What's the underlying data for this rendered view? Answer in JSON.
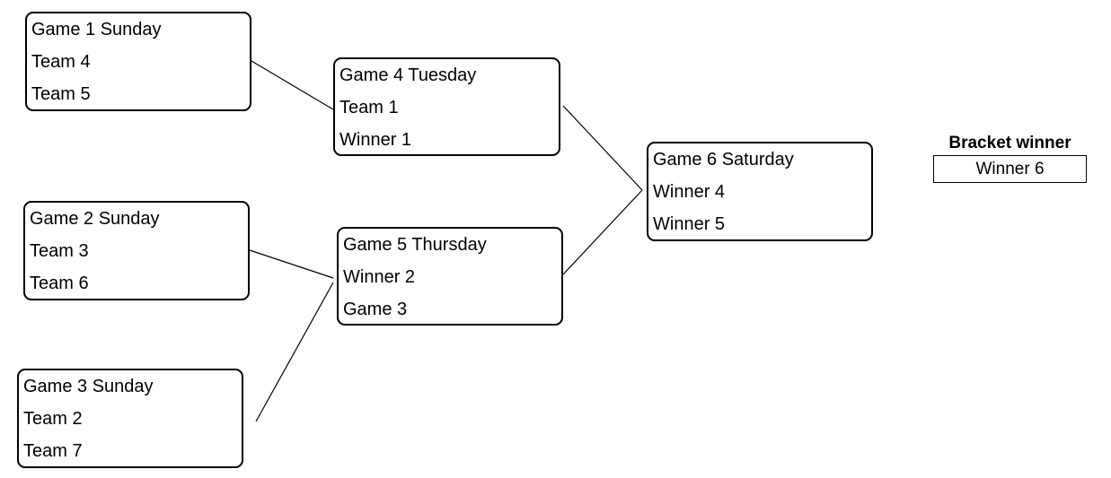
{
  "games": [
    {
      "id": "g1",
      "lines": [
        "Game 1 Sunday",
        "Team 4",
        "Team 5"
      ]
    },
    {
      "id": "g2",
      "lines": [
        "Game 2 Sunday",
        "Team 3",
        "Team 6"
      ]
    },
    {
      "id": "g3",
      "lines": [
        "Game 3 Sunday",
        "Team 2",
        "Team 7"
      ]
    },
    {
      "id": "g4",
      "lines": [
        "Game 4 Tuesday",
        "Team 1",
        "Winner 1"
      ]
    },
    {
      "id": "g5",
      "lines": [
        "Game 5 Thursday",
        "Winner 2",
        "Game 3"
      ]
    },
    {
      "id": "g6",
      "lines": [
        "Game 6 Saturday",
        "Winner 4",
        "Winner 5"
      ]
    }
  ],
  "bracket_winner": {
    "title": "Bracket winner",
    "value": "Winner 6"
  }
}
